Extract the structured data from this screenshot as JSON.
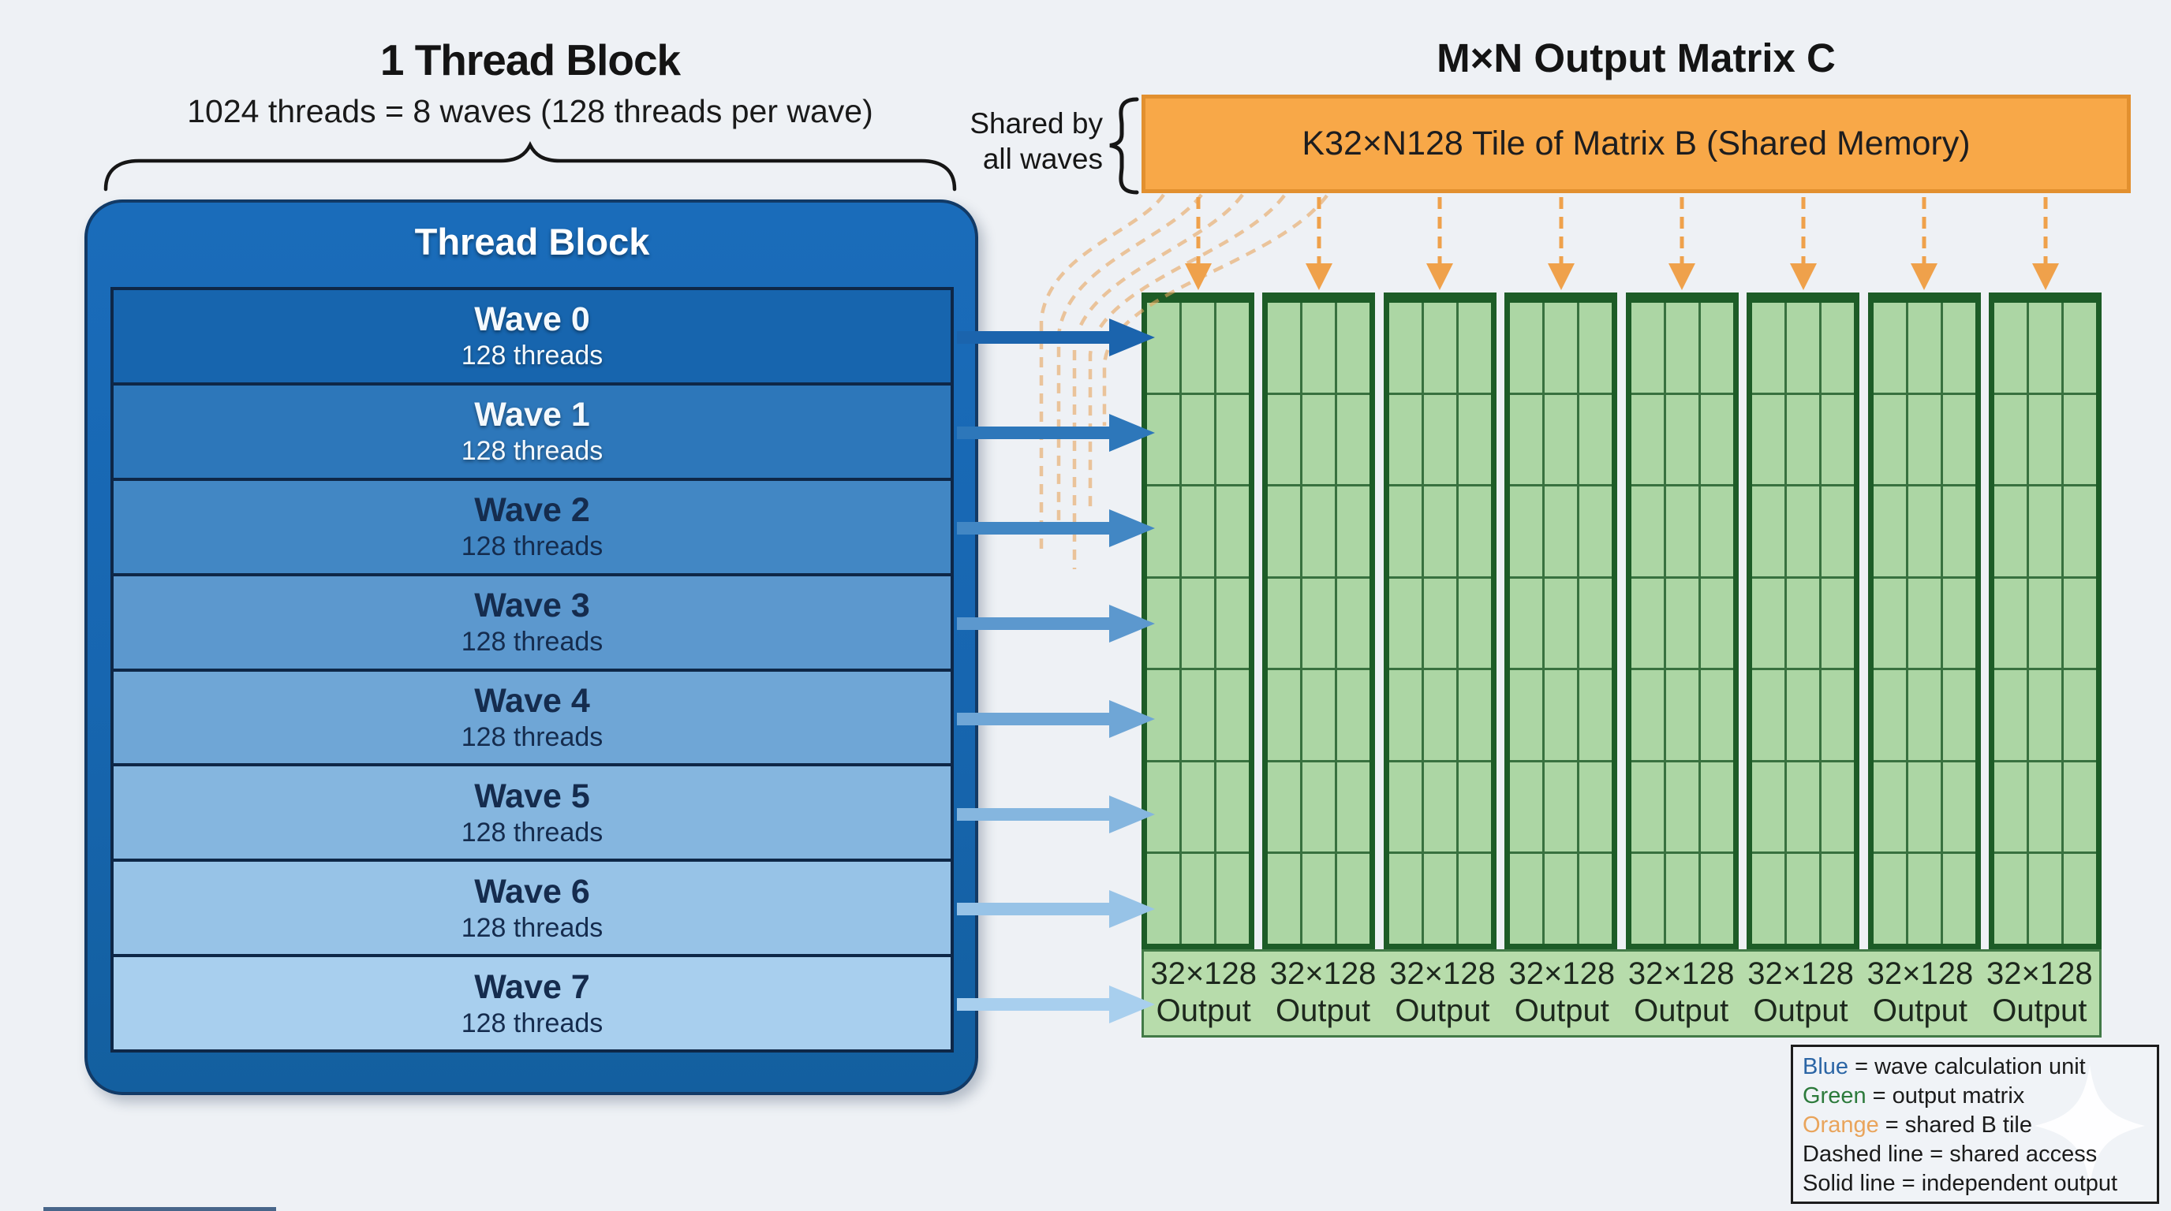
{
  "left": {
    "title": "1 Thread Block",
    "subtitle": "1024 threads = 8 waves (128 threads per wave)",
    "block_title": "Thread Block",
    "waves": [
      {
        "name": "Wave 0",
        "threads": "128 threads",
        "fill": "#1765ae",
        "text_color": "#f4f9fd",
        "light_text": true
      },
      {
        "name": "Wave 1",
        "threads": "128 threads",
        "fill": "#2d77ba",
        "text_color": "#f4f9fd",
        "light_text": true
      },
      {
        "name": "Wave 2",
        "threads": "128 threads",
        "fill": "#4287c4",
        "text_color": "#152c4e",
        "light_text": false
      },
      {
        "name": "Wave 3",
        "threads": "128 threads",
        "fill": "#5c98ce",
        "text_color": "#152c4e",
        "light_text": false
      },
      {
        "name": "Wave 4",
        "threads": "128 threads",
        "fill": "#6fa6d6",
        "text_color": "#152c4e",
        "light_text": false
      },
      {
        "name": "Wave 5",
        "threads": "128 threads",
        "fill": "#85b6df",
        "text_color": "#152c4e",
        "light_text": false
      },
      {
        "name": "Wave 6",
        "threads": "128 threads",
        "fill": "#97c3e7",
        "text_color": "#152c4e",
        "light_text": false
      },
      {
        "name": "Wave 7",
        "threads": "128 threads",
        "fill": "#a8cfee",
        "text_color": "#152c4e",
        "light_text": false
      }
    ]
  },
  "right": {
    "title": "M×N Output Matrix C",
    "shared_note_line1": "Shared by",
    "shared_note_line2": "all waves",
    "tile_label": "K32×N128 Tile of Matrix B (Shared Memory)",
    "tile_fill": "#f8a848",
    "tile_border": "#e2902f",
    "column_fill": "#acd6a4",
    "column_border": "#1d5c27",
    "grid_line_color": "#38713f",
    "footer_fill": "#b7dcab",
    "columns": [
      {
        "size": "32×128",
        "label": "Output"
      },
      {
        "size": "32×128",
        "label": "Output"
      },
      {
        "size": "32×128",
        "label": "Output"
      },
      {
        "size": "32×128",
        "label": "Output"
      },
      {
        "size": "32×128",
        "label": "Output"
      },
      {
        "size": "32×128",
        "label": "Output"
      },
      {
        "size": "32×128",
        "label": "Output"
      },
      {
        "size": "32×128",
        "label": "Output"
      }
    ]
  },
  "arrows": {
    "dashed_color": "#efa14b",
    "curve_color": "#e7a55e",
    "solid_colors": [
      "#1b64ad",
      "#2d77ba",
      "#4287c4",
      "#5c98ce",
      "#6fa6d6",
      "#85b6df",
      "#97c3e7",
      "#a8cfee"
    ]
  },
  "legend": {
    "items": [
      {
        "key": "Blue",
        "key_color": "#2b65a5",
        "rest": " = wave calculation unit"
      },
      {
        "key": "Green",
        "key_color": "#2c7a3b",
        "rest": " = output matrix"
      },
      {
        "key": "Orange",
        "key_color": "#e9a45b",
        "rest": " = shared B tile"
      },
      {
        "key": "",
        "key_color": "",
        "rest": "Dashed line = shared access"
      },
      {
        "key": "",
        "key_color": "",
        "rest": "Solid line = independent output"
      }
    ]
  }
}
